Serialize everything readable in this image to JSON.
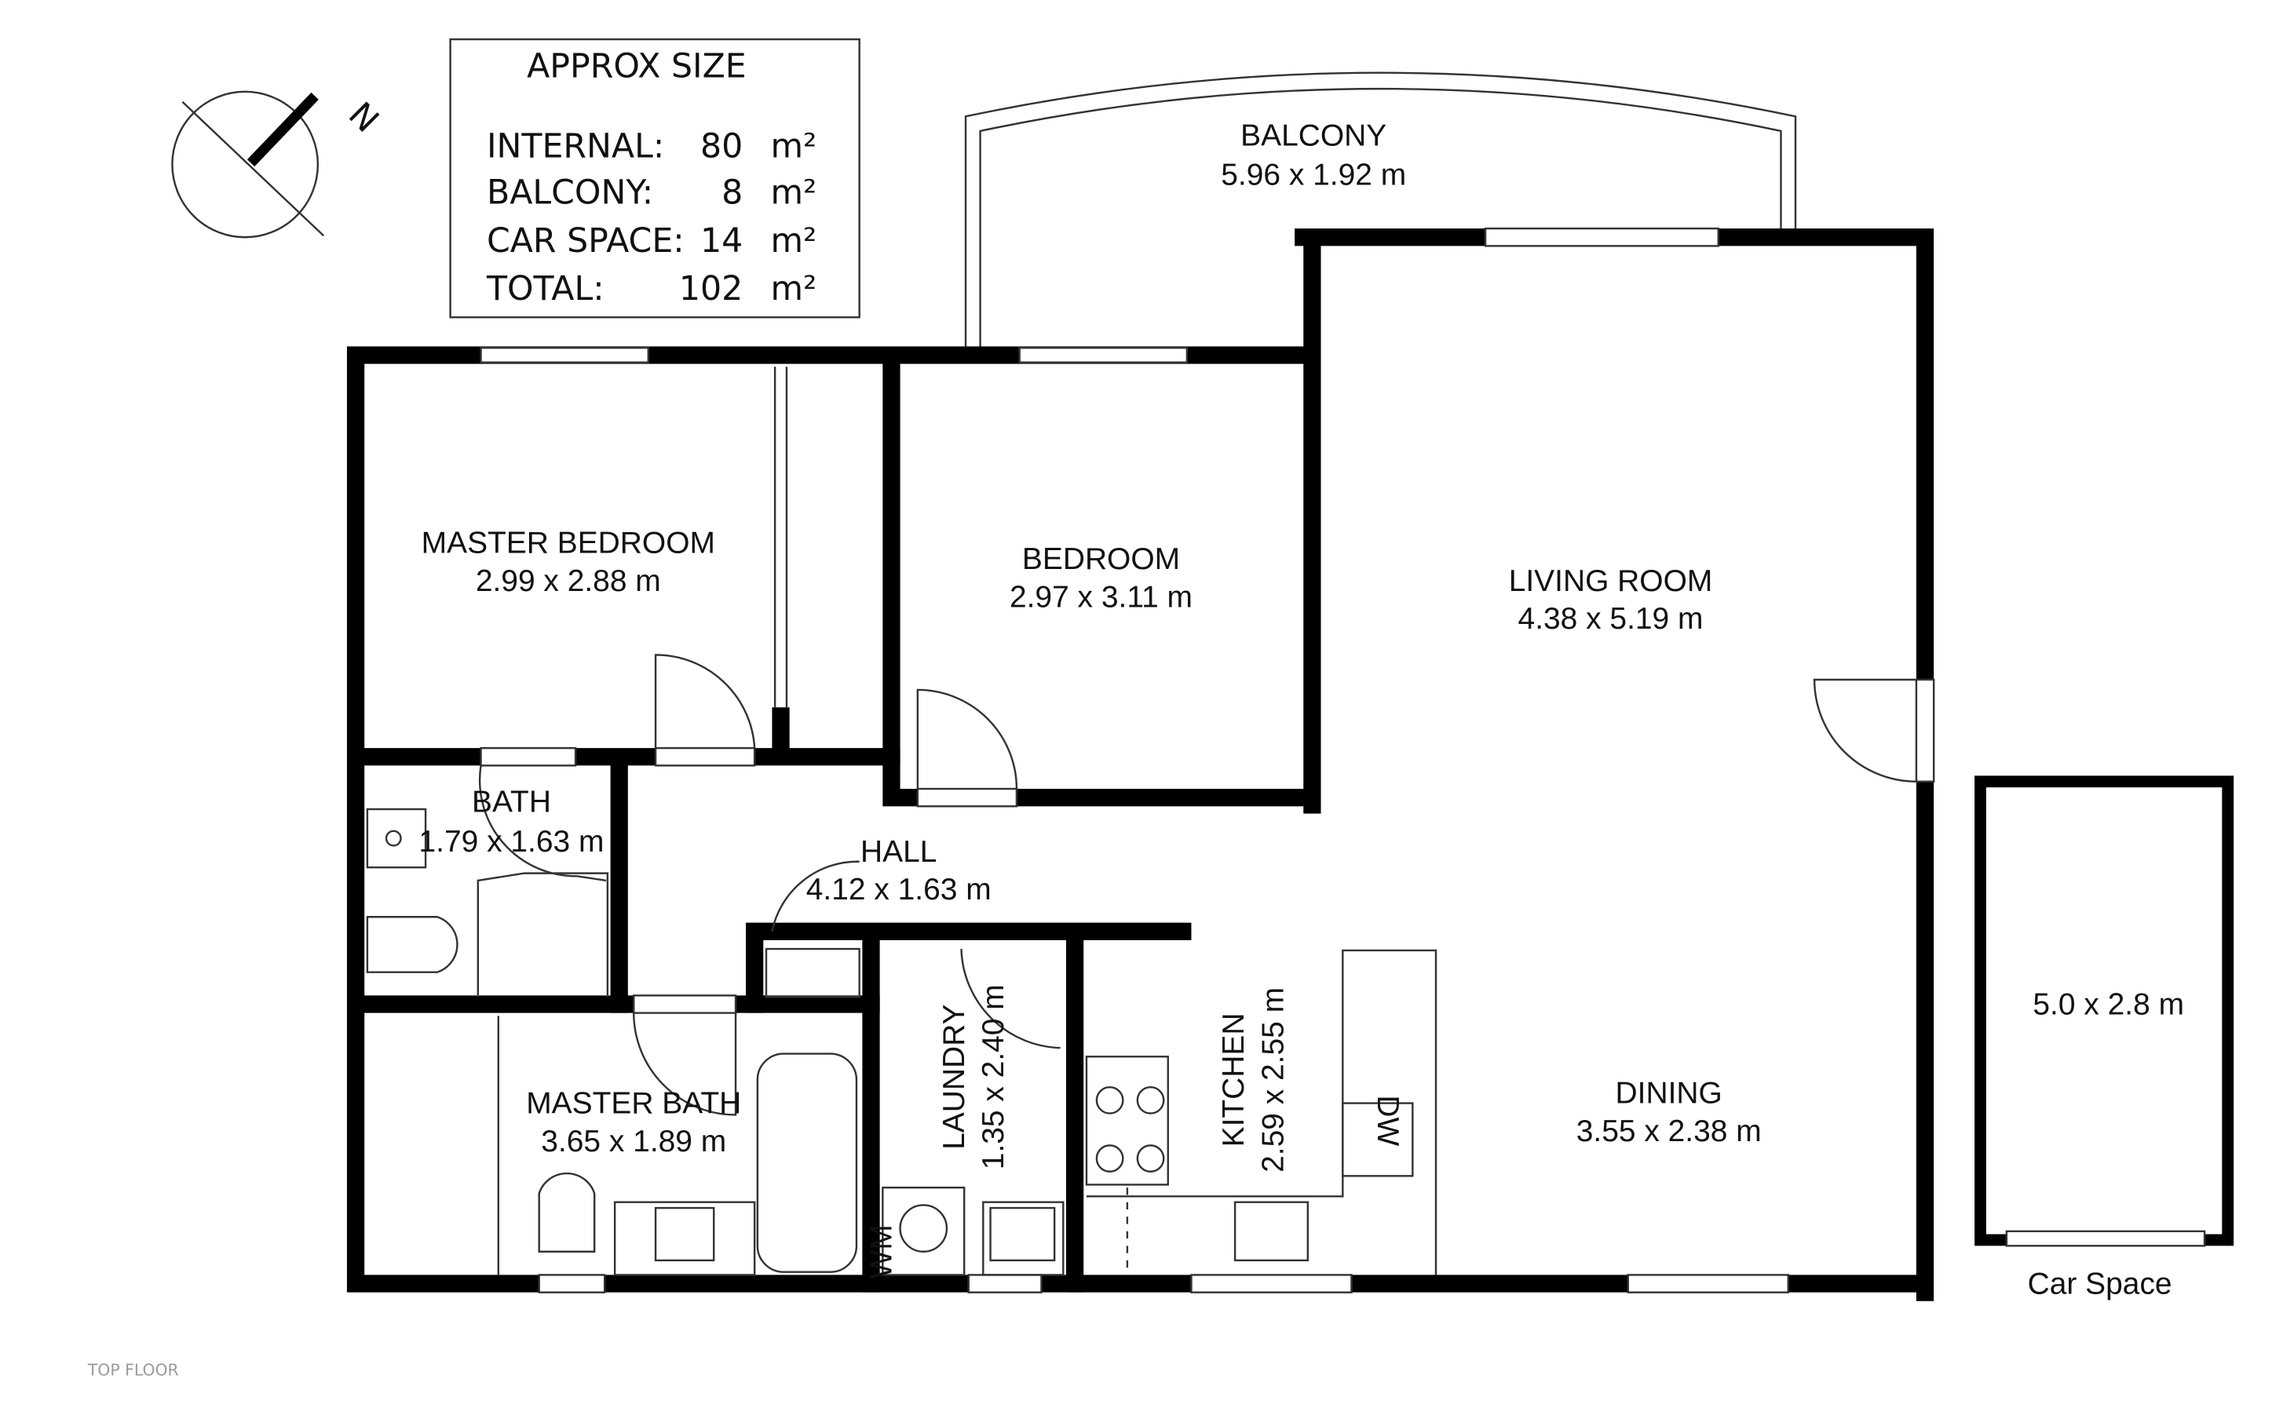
{
  "size_box": {
    "title": "APPROX SIZE",
    "rows": [
      {
        "label": "INTERNAL:",
        "value": "80",
        "unit": "m²"
      },
      {
        "label": "BALCONY:",
        "value": "8",
        "unit": "m²"
      },
      {
        "label": "CAR SPACE:",
        "value": "14",
        "unit": "m²"
      },
      {
        "label": "TOTAL:",
        "value": "102",
        "unit": "m²"
      }
    ]
  },
  "compass": {
    "label": "N"
  },
  "rooms": {
    "balcony": {
      "name": "BALCONY",
      "dims": "5.96 x 1.92 m"
    },
    "master_bedroom": {
      "name": "MASTER BEDROOM",
      "dims": "2.99 x 2.88 m"
    },
    "bedroom": {
      "name": "BEDROOM",
      "dims": "2.97 x 3.11 m"
    },
    "living_room": {
      "name": "LIVING ROOM",
      "dims": "4.38 x 5.19 m"
    },
    "bath": {
      "name": "BATH",
      "dims": "1.79 x 1.63 m"
    },
    "hall": {
      "name": "HALL",
      "dims": "4.12 x 1.63 m"
    },
    "master_bath": {
      "name": "MASTER BATH",
      "dims": "3.65 x 1.89 m"
    },
    "laundry": {
      "name": "LAUNDRY",
      "dims": "1.35 x 2.40 m"
    },
    "kitchen": {
      "name": "KITCHEN",
      "dims": "2.59 x 2.55 m"
    },
    "dining": {
      "name": "DINING",
      "dims": "3.55 x 2.38 m"
    },
    "car_space": {
      "name": "Car Space",
      "dims": "5.0 x 2.8 m"
    }
  },
  "appliances": {
    "dishwasher": "DW",
    "washing_machine": "WM"
  },
  "floor_label": "TOP FLOOR"
}
